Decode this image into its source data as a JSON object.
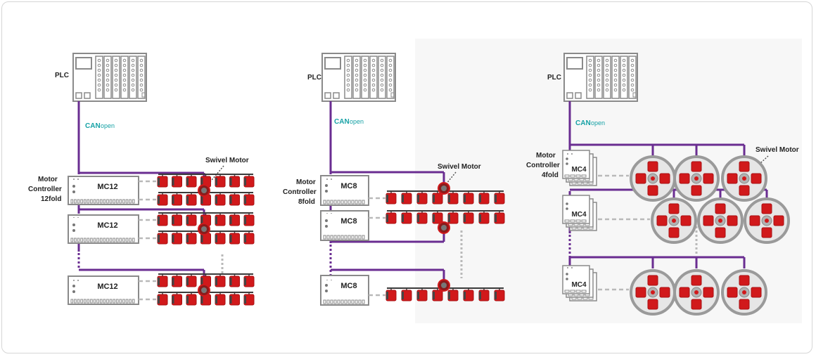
{
  "colors": {
    "bus": "#6a2d91",
    "motor": "#d1191b",
    "motor_dark": "#a80f12",
    "outline": "#8a8a8a",
    "dashed": "#b9b9b9",
    "canopen": "#17a2a6",
    "rail": "#3a3a3a",
    "disc": "#e6e6e6"
  },
  "diagrams": [
    {
      "plc_label": "PLC",
      "canopen_can": "CAN",
      "canopen_open": "open",
      "controller_label": [
        "Motor",
        "Controller",
        "12fold"
      ],
      "swivel_label": "Swivel Motor",
      "controllers": [
        "MC12",
        "MC12",
        "MC12"
      ]
    },
    {
      "plc_label": "PLC",
      "canopen_can": "CAN",
      "canopen_open": "open",
      "controller_label": [
        "Motor",
        "Controller",
        "8fold"
      ],
      "swivel_label": "Swivel Motor",
      "controllers": [
        "MC8",
        "MC8",
        "MC8"
      ]
    },
    {
      "plc_label": "PLC",
      "canopen_can": "CAN",
      "canopen_open": "open",
      "controller_label": [
        "Motor",
        "Controller",
        "4fold"
      ],
      "swivel_label": "Swivel Motor",
      "controllers": [
        "MC4",
        "MC4",
        "MC4"
      ]
    }
  ]
}
